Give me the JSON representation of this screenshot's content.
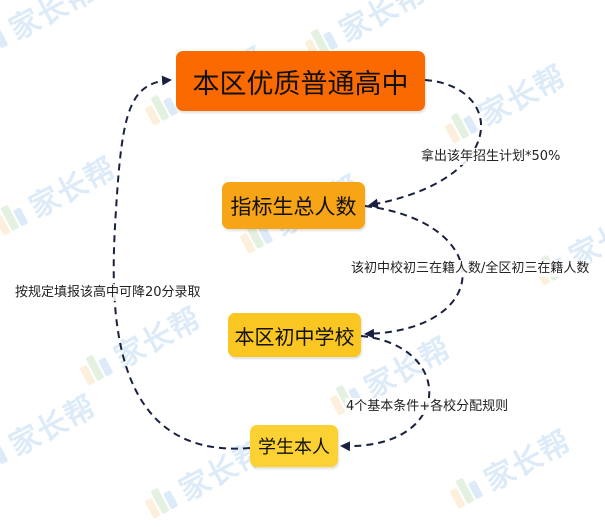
{
  "watermark": {
    "text": "家长帮",
    "color": "#3d8fd9"
  },
  "nodes": {
    "top_school": {
      "label": "本区优质普通高中",
      "color": "#fa6a00"
    },
    "quota": {
      "label": "指标生总人数",
      "color": "#f7a416"
    },
    "middle_school": {
      "label": "本区初中学校",
      "color": "#fac621"
    },
    "student": {
      "label": "学生本人",
      "color": "#fbd133"
    }
  },
  "edges": {
    "school_to_quota": "拿出该年招生计划*50%",
    "quota_to_middle": "该初中校初三在籍人数/全区初三在籍人数",
    "middle_to_student": "4个基本条件+各校分配规则",
    "student_to_school": "按规定填报该高中可降20分录取"
  },
  "arrow_color": "#1a2140"
}
